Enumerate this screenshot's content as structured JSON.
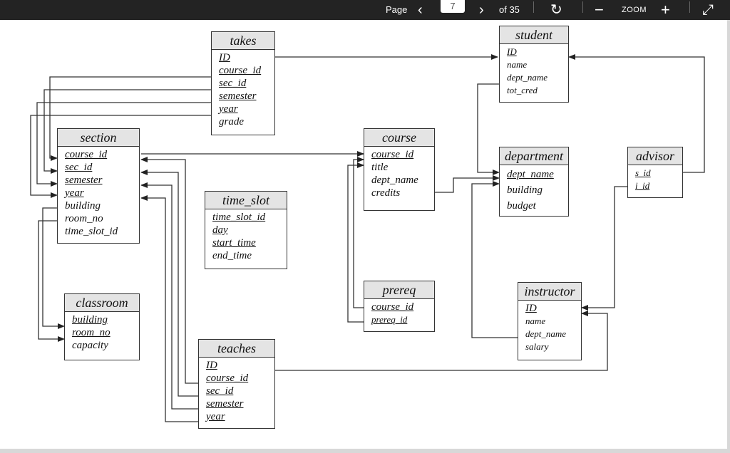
{
  "toolbar": {
    "page_label": "Page",
    "current_page": "7",
    "total_pages": "of 35",
    "zoom_label": "ZOOM",
    "prev_icon": "chevron-left-icon",
    "next_icon": "chevron-right-icon",
    "rotate_icon": "rotate-icon",
    "zoom_out_icon": "minus-icon",
    "zoom_in_icon": "plus-icon",
    "fullscreen_icon": "expand-icon"
  },
  "entities": {
    "takes": {
      "title": "takes",
      "attrs": [
        "ID",
        "course_id",
        "sec_id",
        "semester",
        "year",
        "grade"
      ]
    },
    "student": {
      "title": "student",
      "attrs": [
        "ID",
        "name",
        "dept_name",
        "tot_cred"
      ]
    },
    "section": {
      "title": "section",
      "attrs": [
        "course_id",
        "sec_id",
        "semester",
        "year",
        "building",
        "room_no",
        "time_slot_id"
      ]
    },
    "course": {
      "title": "course",
      "attrs": [
        "course_id",
        "title",
        "dept_name",
        "credits"
      ]
    },
    "department": {
      "title": "department",
      "attrs": [
        "dept_name",
        "building",
        "budget"
      ]
    },
    "advisor": {
      "title": "advisor",
      "attrs": [
        "s_id",
        "i_id"
      ]
    },
    "time_slot": {
      "title": "time_slot",
      "attrs": [
        "time_slot_id",
        "day",
        "start_time",
        "end_time"
      ]
    },
    "classroom": {
      "title": "classroom",
      "attrs": [
        "building",
        "room_no",
        "capacity"
      ]
    },
    "prereq": {
      "title": "prereq",
      "attrs": [
        "course_id",
        "prereq_id"
      ]
    },
    "instructor": {
      "title": "instructor",
      "attrs": [
        "ID",
        "name",
        "dept_name",
        "salary"
      ]
    },
    "teaches": {
      "title": "teaches",
      "attrs": [
        "ID",
        "course_id",
        "sec_id",
        "semester",
        "year"
      ]
    }
  }
}
